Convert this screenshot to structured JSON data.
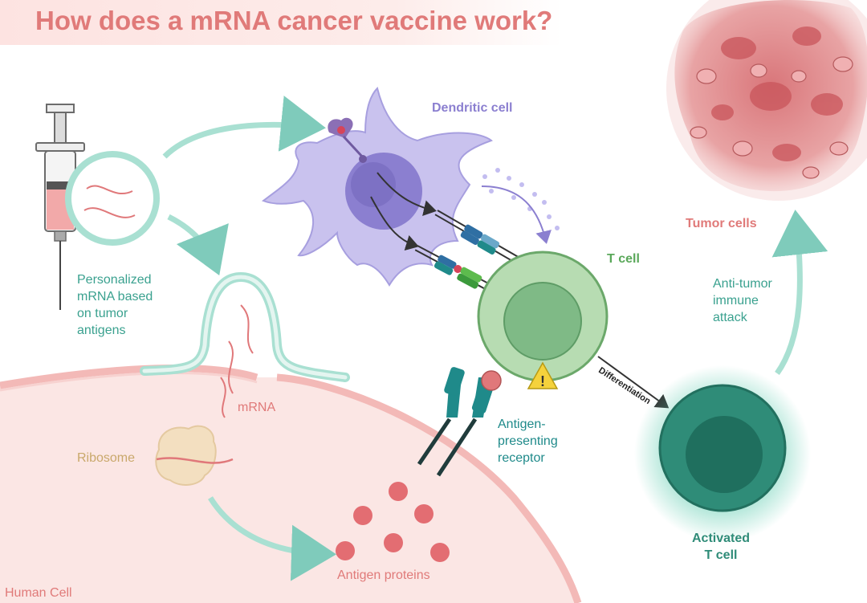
{
  "title": "How does a mRNA cancer vaccine work?",
  "labels": {
    "personalized": [
      "Personalized",
      "mRNA based",
      "on tumor",
      "antigens"
    ],
    "dendritic_cell": "Dendritic cell",
    "t_cell": "T cell",
    "tumor_cells": "Tumor cells",
    "anti_tumor": [
      "Anti-tumor",
      "immune",
      "attack"
    ],
    "differentiation": "Differentiation",
    "activated_t_cell": [
      "Activated",
      "T cell"
    ],
    "antigen_receptor": [
      "Antigen-",
      "presenting",
      "receptor"
    ],
    "mrna": "mRNA",
    "ribosome": "Ribosome",
    "antigen_proteins": "Antigen proteins",
    "human_cell": "Human Cell"
  },
  "colors": {
    "title": "#e07a79",
    "teal": "#7fcbbb",
    "dendritic": "#8b7fd0",
    "t_cell": "#5aa85a",
    "tumor": "#e07a79",
    "activated": "#2f8c78",
    "ribosome": "#c9a86b"
  }
}
